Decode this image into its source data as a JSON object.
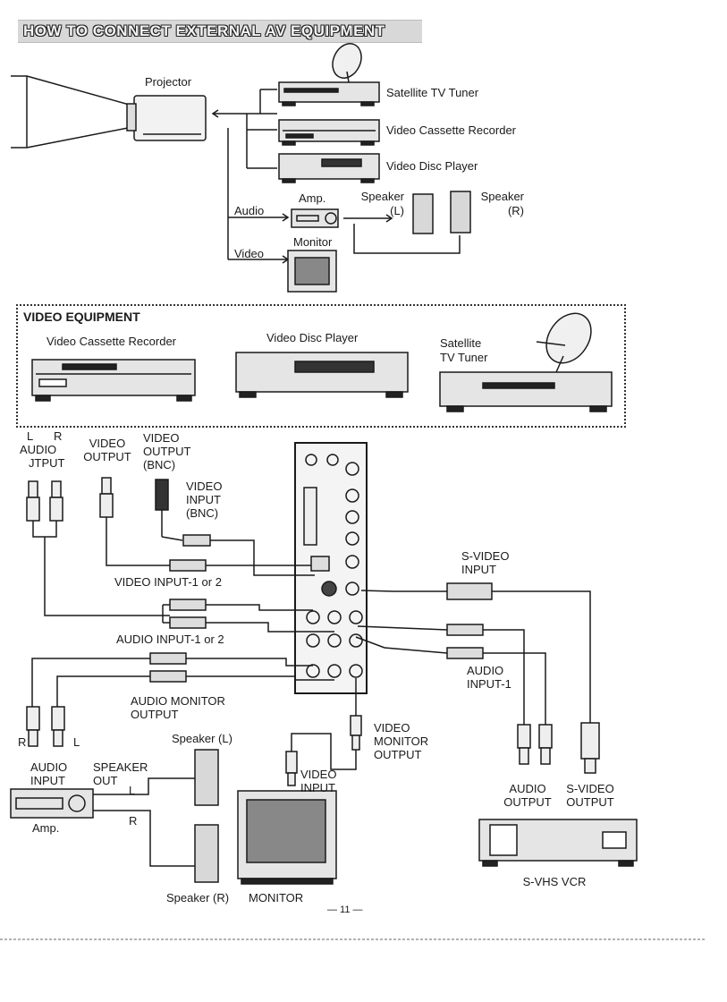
{
  "header": {
    "title": "HOW TO CONNECT EXTERNAL AV EQUIPMENT"
  },
  "top": {
    "projector": "Projector",
    "satellite": "Satellite TV Tuner",
    "vcr": "Video Cassette Recorder",
    "vdp": "Video Disc Player",
    "audio": "Audio",
    "video": "Video",
    "amp": "Amp.",
    "speaker_l_line1": "Speaker",
    "speaker_l_line2": "(L)",
    "speaker_r_line1": "Speaker",
    "speaker_r_line2": "(R)",
    "monitor": "Monitor"
  },
  "video_equipment": {
    "title": "VIDEO EQUIPMENT",
    "vcr": "Video Cassette Recorder",
    "vdp": "Video Disc Player",
    "satellite_line1": "Satellite",
    "satellite_line2": "TV Tuner"
  },
  "connections": {
    "lr_l": "L",
    "lr_r": "R",
    "audio_output_line1": "AUDIO",
    "audio_output_line2": "JTPUT",
    "video_output_line1": "VIDEO",
    "video_output_line2": "OUTPUT",
    "video_output_bnc_line1": "VIDEO",
    "video_output_bnc_line2": "OUTPUT",
    "video_output_bnc_line3": "(BNC)",
    "video_input_bnc_line1": "VIDEO",
    "video_input_bnc_line2": "INPUT",
    "video_input_bnc_line3": "(BNC)",
    "video_input_12": "VIDEO INPUT-1 or 2",
    "audio_input_12": "AUDIO INPUT-1 or 2",
    "s_video_input_line1": "S-VIDEO",
    "s_video_input_line2": "INPUT",
    "audio_input1_line1": "AUDIO",
    "audio_input1_line2": "INPUT-1",
    "audio_monitor_output_line1": "AUDIO MONITOR",
    "audio_monitor_output_line2": "OUTPUT",
    "video_monitor_output_line1": "VIDEO",
    "video_monitor_output_line2": "MONITOR",
    "video_monitor_output_line3": "OUTPUT",
    "r": "R",
    "l": "L",
    "audio_input_line1": "AUDIO",
    "audio_input_line2": "INPUT",
    "speaker_out_line1": "SPEAKER",
    "speaker_out_line2": "OUT",
    "amp_l": "L",
    "amp_r": "R",
    "amp": "Amp.",
    "speaker_l": "Speaker (L)",
    "speaker_r": "Speaker (R)",
    "monitor": "MONITOR",
    "video_input_line1": "VIDEO",
    "video_input_line2": "INPUT",
    "audio_output_vcr_line1": "AUDIO",
    "audio_output_vcr_line2": "OUTPUT",
    "s_video_output_line1": "S-VIDEO",
    "s_video_output_line2": "OUTPUT",
    "svhs_vcr": "S-VHS VCR"
  },
  "page_number": "— 11 —"
}
